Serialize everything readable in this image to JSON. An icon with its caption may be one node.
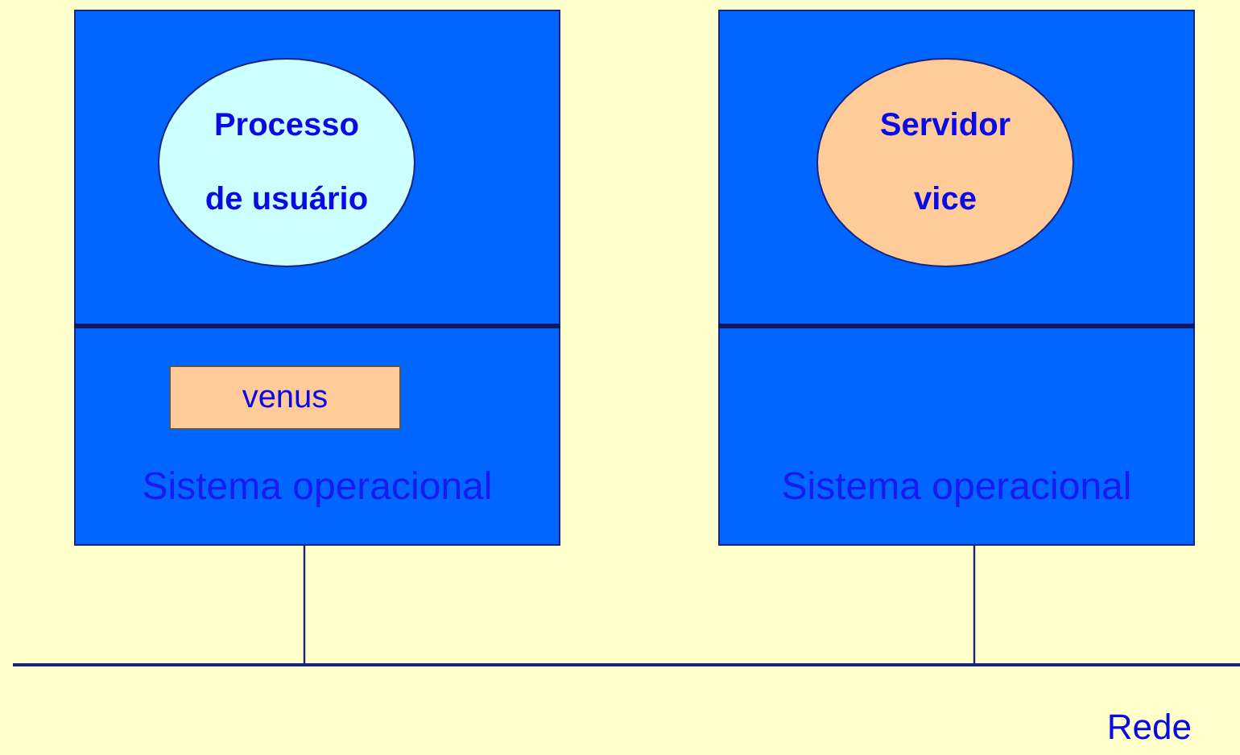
{
  "diagram": {
    "nodes": [
      {
        "text": [],
        "shape": "box"
      },
      {
        "text": [
          "Processo de usuário"
        ],
        "in": 0
      },
      {
        "text": [
          "Sistema operacional"
        ],
        "in": 0
      },
      {
        "text": [
          "venus"
        ],
        "in": 2
      },
      {
        "text": [],
        "shape": "box"
      },
      {
        "text": [
          "Servidor vice"
        ],
        "in": 4
      },
      {
        "text": [
          "Sistema operacional"
        ],
        "in": 4
      },
      {
        "text": [
          "Rede"
        ]
      }
    ],
    "edges": [
      {
        "from": 2,
        "to": 7,
        "arrow": "none"
      },
      {
        "from": 6,
        "to": 7,
        "arrow": "none"
      }
    ]
  }
}
